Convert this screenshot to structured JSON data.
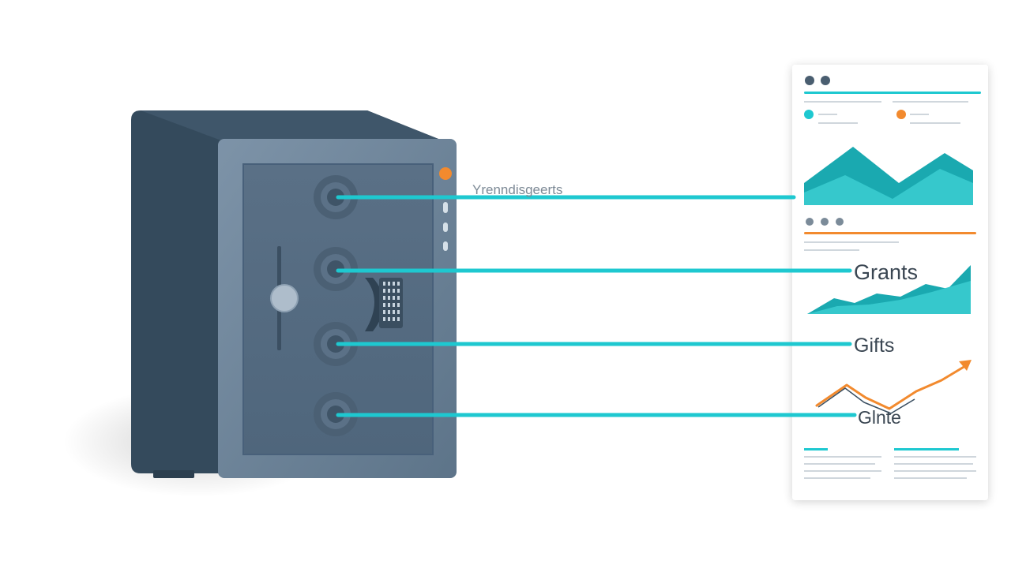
{
  "connector_labels": {
    "top": "Yrenndisgeerts",
    "grants": "Grants",
    "gifts": "Gifts",
    "third": "Glnte"
  },
  "colors": {
    "background": "#ffffff",
    "safe_body_dark": "#344a5c",
    "safe_body_side": "#3d5467",
    "safe_door_frame": "#6b8196",
    "safe_door_panel": "#556c82",
    "safe_knob": "#4b6074",
    "accent_teal": "#1ec8d0",
    "accent_orange": "#f28a2e",
    "card_background": "#ffffff",
    "card_line": "#cfd6dc",
    "chart_teal_dark": "#1aa9b0",
    "chart_teal_light": "#36c8cc"
  },
  "icons": {
    "safe": "safe-icon",
    "dial": "dial-icon",
    "handle": "handle-icon",
    "keypad": "keypad-icon",
    "status_light": "status-light-icon",
    "window_dots": "window-dots-icon",
    "area_chart": "area-chart-icon",
    "line_chart": "line-chart-icon"
  }
}
